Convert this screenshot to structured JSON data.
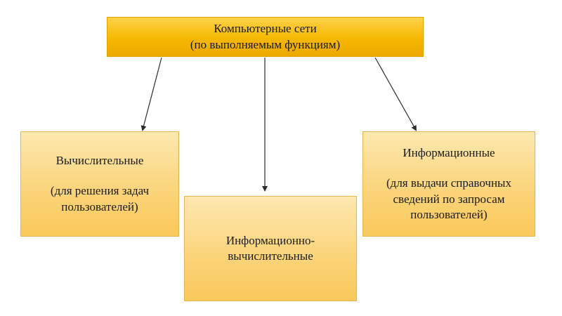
{
  "root": {
    "title": "Компьютерные сети",
    "subtitle": "(по выполняемым функциям)"
  },
  "children": [
    {
      "title": "Вычислительные",
      "note_line1": "(для решения задач",
      "note_line2": "пользователей)"
    },
    {
      "title_line1": "Информационно-",
      "title_line2": "вычислительные"
    },
    {
      "title": "Информационные",
      "note_line1": "(для выдачи справочных",
      "note_line2": "сведений по запросам",
      "note_line3": "пользователей)"
    }
  ],
  "colors": {
    "root_fill": "#f6b800",
    "child_fill": "#fbd57c",
    "arrow": "#2b2b2b",
    "text": "#1a1a1a"
  }
}
